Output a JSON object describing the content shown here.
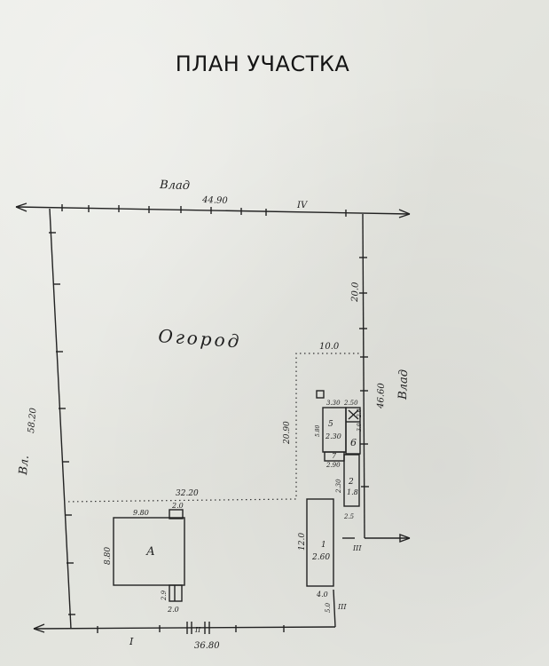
{
  "title": "ПЛАН УЧАСТКА",
  "labels": {
    "vlad_top": "Влад",
    "vlad_right": "Влад",
    "vl_left": "Вл.",
    "garden": "Огород",
    "house": "А",
    "b1": "1",
    "b2": "2",
    "b5": "5",
    "b6": "6",
    "b7": "7"
  },
  "points": {
    "p1": "I",
    "p2": "II",
    "p3": "III",
    "p3b": "III",
    "p4": "IV"
  },
  "dimensions": {
    "top": "44.90",
    "left": "58.20",
    "right_upper": "20.0",
    "right_lower": "46.60",
    "bottom": "36.80",
    "garden_width": "10.0",
    "garden_height": "20.90",
    "garden_bottom": "32.20",
    "house_side": "9.80",
    "house_gap": "2.0",
    "house_depth": "8.80",
    "porch_width": "2.0",
    "porch_depth": "2.9",
    "b1_size": "12.0",
    "b1_area": "2.60",
    "b1_bottom": "4.0",
    "b1_gap": "5.0",
    "sm_a": "3.30",
    "sm_b": "2.50",
    "sm_c": "2.0",
    "sm_d": "3.0",
    "b5_area": "2.30",
    "b5_left": "5.80",
    "b7_size": "2.90",
    "b2_size": "1.8",
    "b2_side": "2.30",
    "b2_bottom": "2.5"
  }
}
